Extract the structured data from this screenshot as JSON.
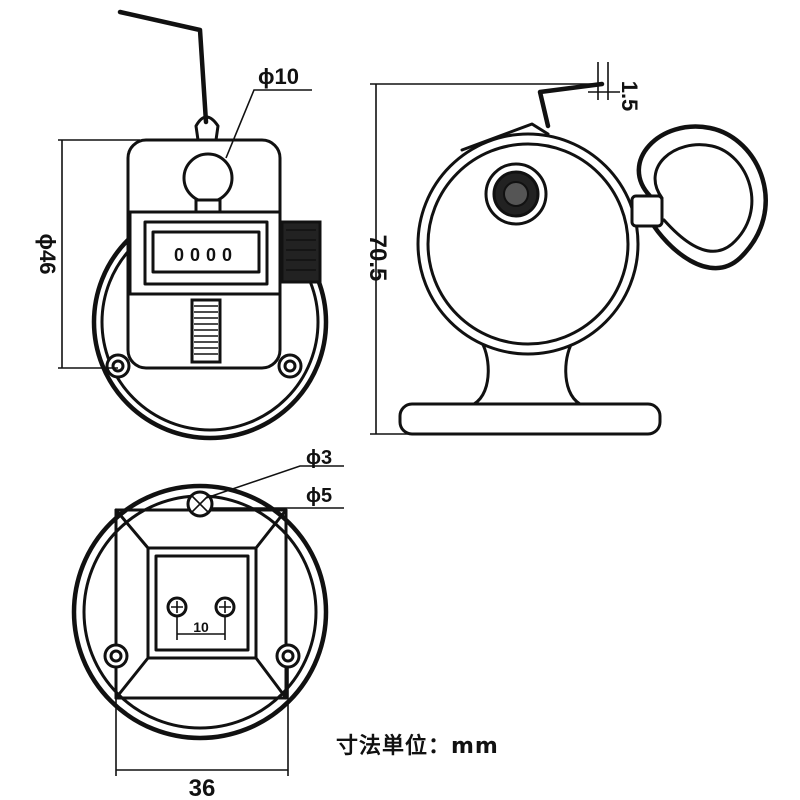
{
  "dimensions": {
    "front_phi10": "ϕ10",
    "front_phi46": "ϕ46",
    "side_height": "70.5",
    "side_wire": "1.5",
    "bottom_phi3": "ϕ3",
    "bottom_phi5": "ϕ5",
    "bottom_spacing": "10",
    "bottom_width": "36"
  },
  "counter_digits": "0000",
  "units_label": "寸法単位：mm"
}
